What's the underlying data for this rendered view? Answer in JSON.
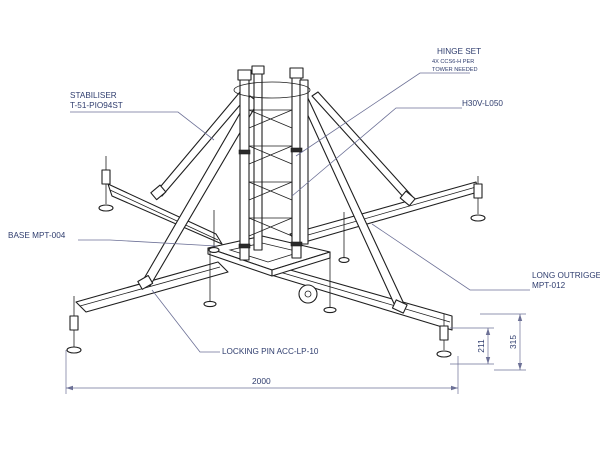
{
  "labels": {
    "stabiliser_name": "STABILISER",
    "stabiliser_code": "T-51-PIO94ST",
    "hinge_set_name": "HINGE SET",
    "hinge_set_note_1": "4X CCS6-H PER",
    "hinge_set_note_2": "TOWER NEEDED",
    "h30v": "H30V-L050",
    "base": "BASE MPT-004",
    "long_outrigger_name": "LONG OUTRIGGER",
    "long_outrigger_code": "MPT-012",
    "locking_pin": "LOCKING PIN ACC-LP-10"
  },
  "dimensions": {
    "width": "2000",
    "height_inner": "211",
    "height_outer": "315"
  },
  "colors": {
    "line": "#1f1f1f",
    "annotation": "#2f3d6e",
    "leader": "#6c7096"
  }
}
